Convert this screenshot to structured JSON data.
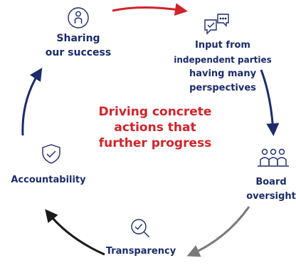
{
  "center": {
    "lines": [
      "Driving concrete",
      "actions that",
      "further progress"
    ],
    "color": "#d2232a"
  },
  "nodes": {
    "sharing": {
      "lines": [
        "Sharing",
        "our success"
      ],
      "icon": "person-icon"
    },
    "input": {
      "lines": [
        "Input from",
        "independent parties",
        "having many",
        "perspectives"
      ],
      "icon": "chat-bubbles-icon"
    },
    "board": {
      "lines": [
        "Board",
        "oversight"
      ],
      "icon": "group-people-icon"
    },
    "transparency": {
      "lines": [
        "Transparency"
      ],
      "icon": "magnifier-check-icon"
    },
    "accountability": {
      "lines": [
        "Accountability"
      ],
      "icon": "shield-check-icon"
    }
  },
  "colors": {
    "label": "#1b2b6b",
    "arrow_red": "#d2232a",
    "arrow_navy": "#1b2b6b",
    "arrow_gray": "#7a7a7a",
    "arrow_black": "#1a1a1a"
  }
}
